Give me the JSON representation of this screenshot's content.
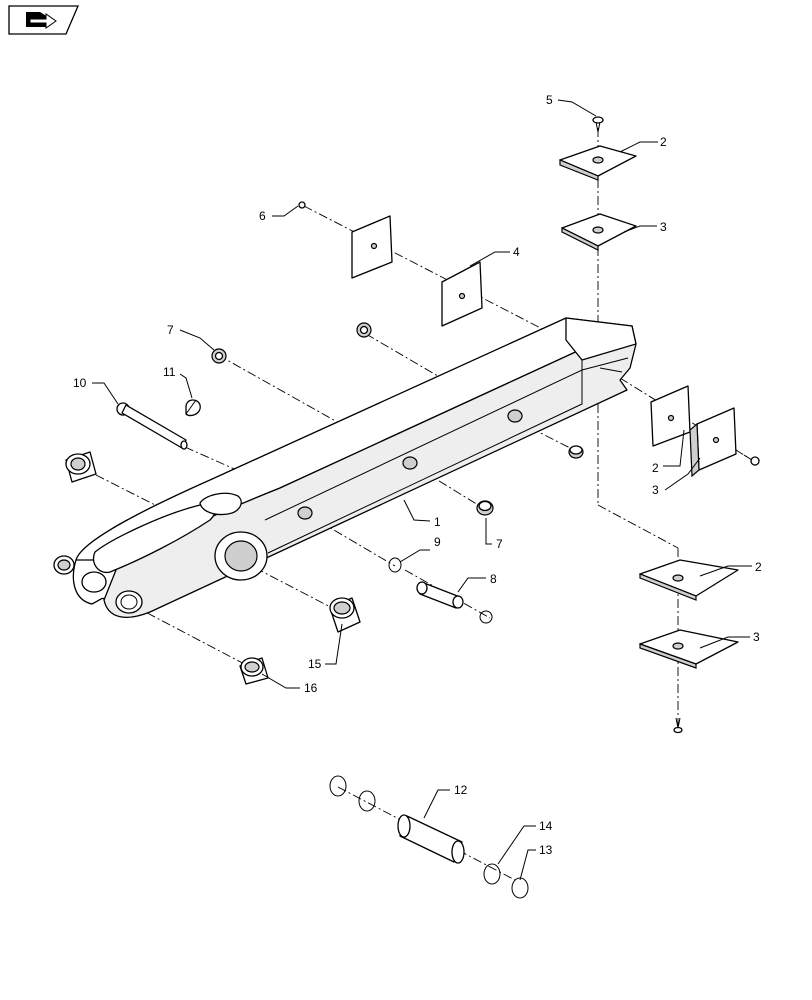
{
  "diagram": {
    "callouts": [
      {
        "id": "c5",
        "label": "5"
      },
      {
        "id": "c2a",
        "label": "2"
      },
      {
        "id": "c3a",
        "label": "3"
      },
      {
        "id": "c6",
        "label": "6"
      },
      {
        "id": "c4",
        "label": "4"
      },
      {
        "id": "c7a",
        "label": "7"
      },
      {
        "id": "c11",
        "label": "11"
      },
      {
        "id": "c10",
        "label": "10"
      },
      {
        "id": "c2b",
        "label": "2"
      },
      {
        "id": "c3b",
        "label": "3"
      },
      {
        "id": "c1",
        "label": "1"
      },
      {
        "id": "c7b",
        "label": "7"
      },
      {
        "id": "c9",
        "label": "9"
      },
      {
        "id": "c8",
        "label": "8"
      },
      {
        "id": "c2c",
        "label": "2"
      },
      {
        "id": "c3c",
        "label": "3"
      },
      {
        "id": "c15",
        "label": "15"
      },
      {
        "id": "c16",
        "label": "16"
      },
      {
        "id": "c12",
        "label": "12"
      },
      {
        "id": "c14",
        "label": "14"
      },
      {
        "id": "c13",
        "label": "13"
      }
    ],
    "nav_icon": "arrow-folder-icon"
  }
}
